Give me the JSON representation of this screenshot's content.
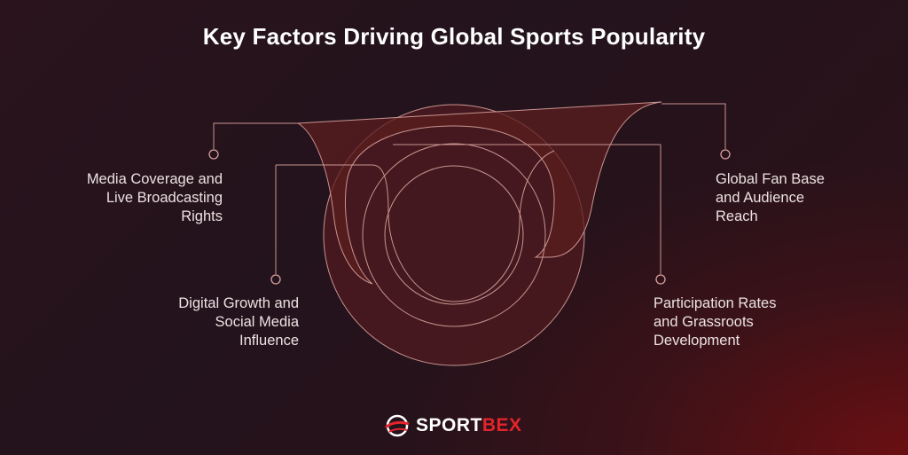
{
  "title": "Key Factors Driving Global Sports Popularity",
  "factors": {
    "media": "Media Coverage and\nLive Broadcasting\nRights",
    "digital": "Digital Growth and\nSocial Media\nInfluence",
    "global": "Global Fan Base\nand Audience\nReach",
    "participation": "Participation Rates\nand Grassroots\nDevelopment"
  },
  "logo": {
    "part1": "SPORT",
    "part2": "BEX"
  },
  "colors": {
    "accent": "#e3242b",
    "line": "#d9a7a3",
    "shape_fill": "#5a1b1c"
  }
}
